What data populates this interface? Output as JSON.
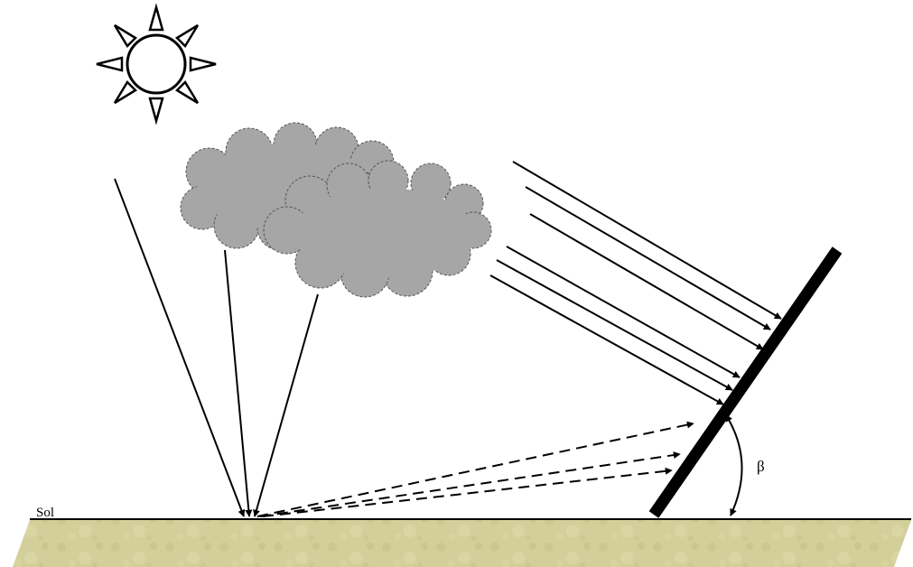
{
  "labels": {
    "ground": "Sol",
    "tilt_angle": "β"
  },
  "icons": {
    "sun": "sun-icon",
    "cloud": "cloud-icon",
    "panel": "solar-panel"
  },
  "colors": {
    "cloud_fill": "#a6a6a6",
    "cloud_outline": "#555555",
    "ground_fill": "#d2cf9a",
    "panel": "#000000",
    "rays": "#000000"
  }
}
